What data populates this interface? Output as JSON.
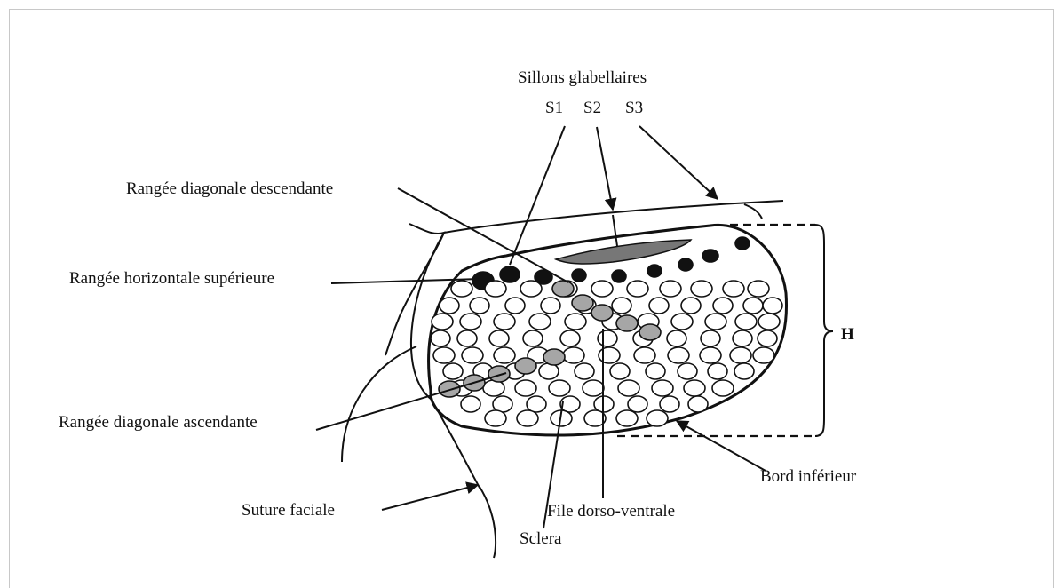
{
  "title": "Sillons glabellaires",
  "furrows": [
    "S1",
    "S2",
    "S3"
  ],
  "labels": {
    "diag_desc": "Rangée diagonale descendante",
    "horiz_sup": "Rangée horizontale supérieure",
    "diag_asc": "Rangée diagonale ascendante",
    "suture": "Suture faciale",
    "sclera": "Sclera",
    "file_dv": "File dorso-ventrale",
    "bord_inf": "Bord inférieur",
    "height": "H"
  },
  "colors": {
    "outline": "#111111",
    "filled_lens": "#111111",
    "highlight_lens": "#a6a6a6",
    "lens_fill": "#ffffff",
    "glabella_furrow": "#777777"
  }
}
